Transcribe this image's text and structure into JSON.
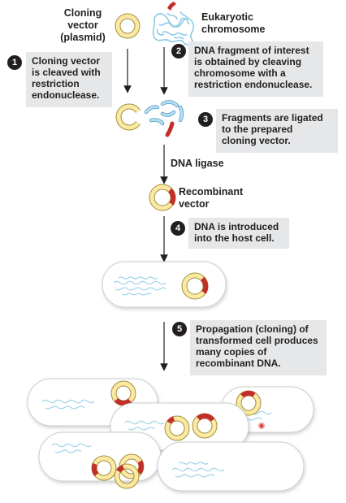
{
  "labels": {
    "cloning_vector": [
      "Cloning",
      "vector",
      "(plasmid)"
    ],
    "eukaryotic_chromosome": [
      "Eukaryotic",
      "chromosome"
    ],
    "dna_ligase": "DNA ligase",
    "recombinant_vector": [
      "Recombinant",
      "vector"
    ]
  },
  "steps": [
    {
      "number": "1",
      "text": [
        "Cloning vector",
        "is cleaved with",
        "restriction",
        "endonuclease."
      ]
    },
    {
      "number": "2",
      "text": [
        "DNA fragment of interest",
        "is obtained by cleaving",
        "chromosome with a",
        "restriction endonuclease."
      ]
    },
    {
      "number": "3",
      "text": [
        "Fragments are ligated",
        "to the prepared",
        "cloning vector."
      ]
    },
    {
      "number": "4",
      "text": [
        "DNA is introduced",
        "into the host cell."
      ]
    },
    {
      "number": "5",
      "text": [
        "Propagation (cloning) of",
        "transformed cell produces",
        "many copies of",
        "recombinant DNA."
      ]
    }
  ],
  "colors": {
    "plasmid_fill": "#fbe9a3",
    "plasmid_stroke": "#a28f3c",
    "insert_red": "#c42e2a",
    "chromosome_blue": "#8ecbe6",
    "step_box": "#e6e7e8",
    "cell_outline": "#cccccc"
  }
}
